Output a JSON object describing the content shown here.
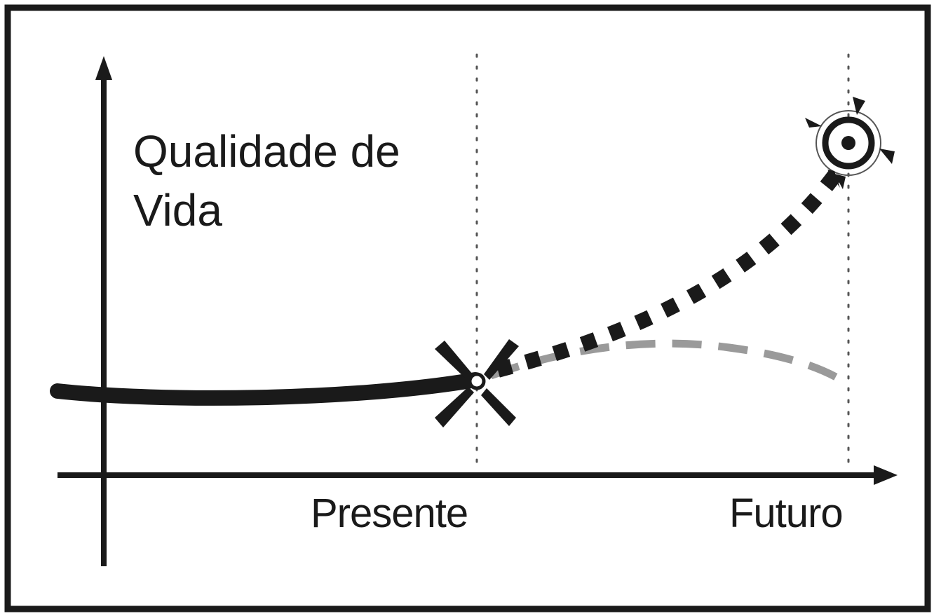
{
  "diagram": {
    "y_axis_label_line1": "Qualidade de",
    "y_axis_label_line2": "Vida",
    "x_tick_present": "Presente",
    "x_tick_future": "Futuro",
    "colors": {
      "ink": "#1a1a1a",
      "declining_path": "#9a9a9a",
      "background": "#ffffff"
    },
    "icons": {
      "turning_point": "burst-icon",
      "goal": "target-icon"
    }
  }
}
